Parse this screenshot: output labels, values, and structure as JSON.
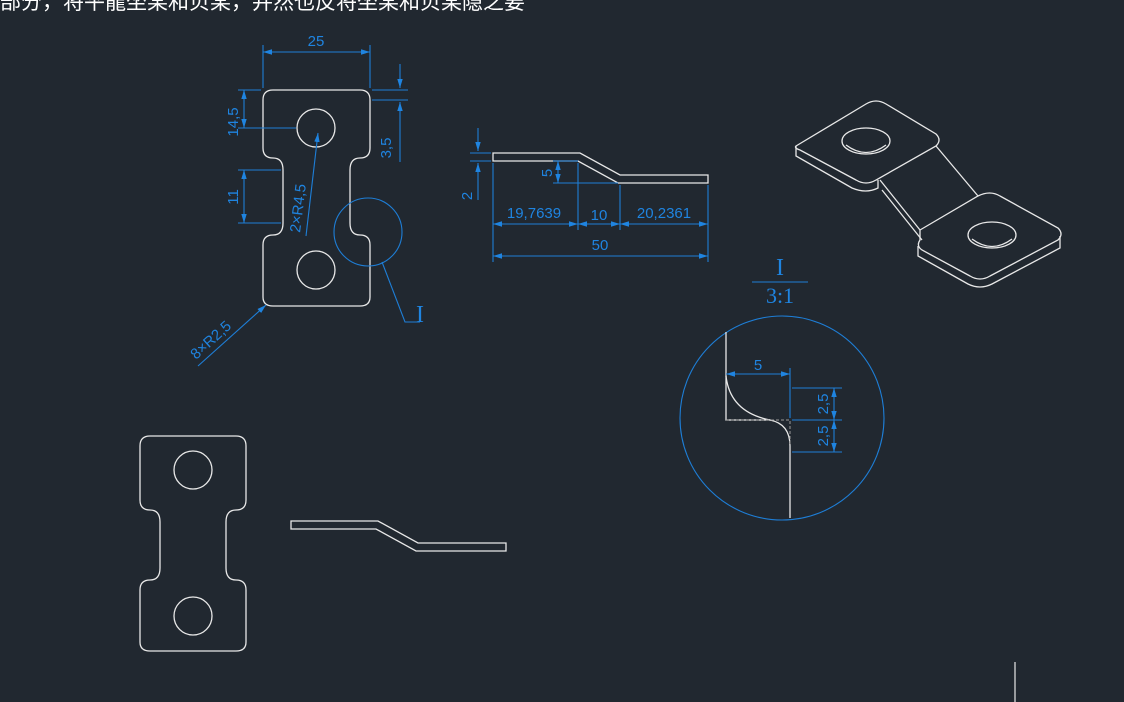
{
  "caption": "部分，将平龍坐某和贝某，并然也反将坐某和贝某隐之要",
  "top_view": {
    "dim_width": "25",
    "dim_hole_offset": "14,5",
    "dim_top_gap": "3,5",
    "dim_neck": "11",
    "label_hole_radius": "2×R4,5",
    "label_corner_radius": "8×R2,5",
    "detail_marker": "I"
  },
  "side_view": {
    "dim_thickness": "2",
    "dim_offset": "5",
    "dim_left": "19,7639",
    "dim_mid": "10",
    "dim_right": "20,2361",
    "dim_total": "50"
  },
  "detail_view": {
    "marker": "I",
    "scale": "3:1",
    "dim_horizontal": "5",
    "dim_upper": "2,5",
    "dim_lower": "2,5"
  },
  "colors": {
    "background": "#212830",
    "geometry": "#e8e8e8",
    "dimension": "#1e7ed6"
  }
}
